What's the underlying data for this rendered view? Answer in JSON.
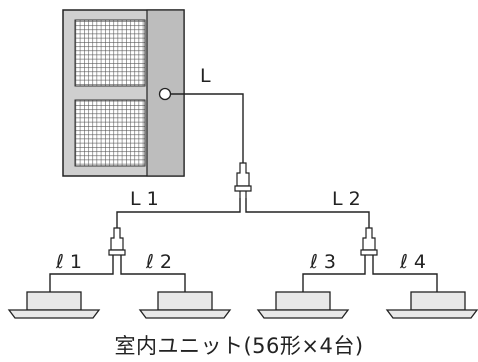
{
  "pipes": {
    "main": "L",
    "branch_left": "L 1",
    "branch_right": "L 2",
    "unit1": "ℓ 1",
    "unit2": "ℓ 2",
    "unit3": "ℓ 3",
    "unit4": "ℓ 4"
  },
  "caption": "室内ユニット(56形×4台)",
  "colors": {
    "line": "#222222",
    "unit_fill": "#cfcfcf",
    "unit_panel": "#bdbdbd",
    "grille": "#555555",
    "indoor_fill": "#e8e8e8"
  }
}
